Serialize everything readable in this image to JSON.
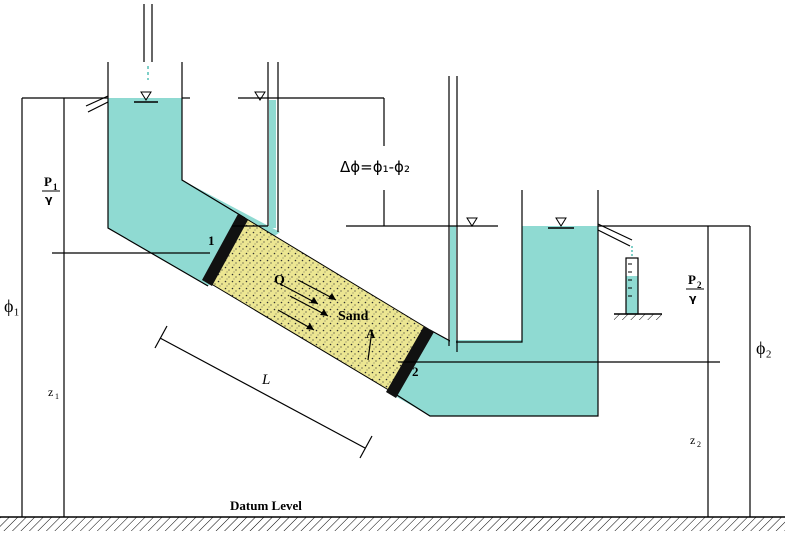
{
  "labels": {
    "phi1": "ϕ₁",
    "phi2": "ϕ₂",
    "p1_num": "P",
    "p1_sub": "1",
    "p1_den": "γ",
    "p2_num": "P",
    "p2_sub": "2",
    "p2_den": "γ",
    "z1": "z",
    "z1_sub": "1",
    "z2": "z",
    "z2_sub": "2",
    "delta_phi": "Δϕ=ϕ₁-ϕ₂",
    "point1": "1",
    "point2": "2",
    "flow": "Q",
    "sand": "Sand",
    "area": "A",
    "length": "L",
    "datum": "Datum Level"
  },
  "colors": {
    "water": "#8fdad2",
    "sand": "#ece692",
    "outline": "#000000"
  }
}
